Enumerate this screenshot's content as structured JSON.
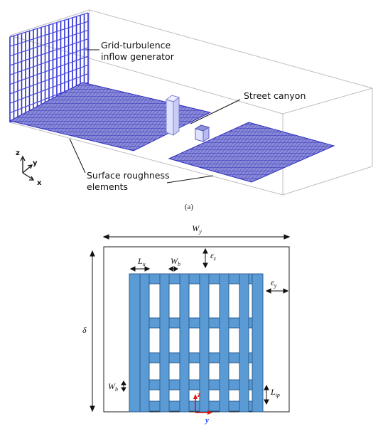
{
  "top_figure": {
    "labels": {
      "grid_line1": "Grid-turbulence",
      "grid_line2": "inflow generator",
      "canyon": "Street canyon",
      "rough_line1": "Surface roughness",
      "rough_line2": "elements"
    },
    "axes": {
      "z": "z",
      "y": "y",
      "x": "x"
    },
    "caption": "(a)"
  },
  "bottom_figure": {
    "dims": {
      "wy": {
        "base": "W",
        "sub": "y"
      },
      "delta": {
        "base": "δ",
        "sub": ""
      },
      "lu": {
        "base": "L",
        "sub": "u"
      },
      "wb_top": {
        "base": "W",
        "sub": "b"
      },
      "ez": {
        "base": "ε",
        "sub": "z"
      },
      "ey": {
        "base": "ε",
        "sub": "y"
      },
      "wb_side": {
        "base": "W",
        "sub": "b"
      },
      "lip": {
        "base": "L",
        "sub": "ip"
      }
    },
    "axes": {
      "z": "z",
      "y": "y"
    }
  },
  "colors": {
    "bar_fill": "#5b9bd5",
    "bar_stroke": "#2f5f8f",
    "mesh": "#2a2ad0",
    "axis_red": "#d11",
    "axis_blue": "#1a3cff"
  }
}
